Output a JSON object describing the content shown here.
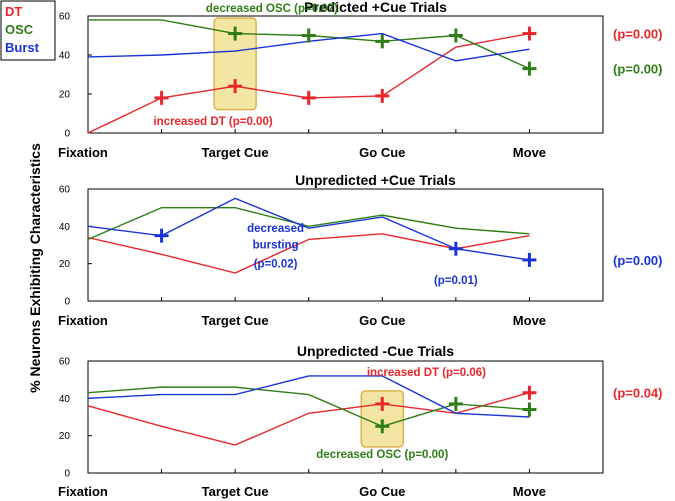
{
  "colors": {
    "DT": "#e8262b",
    "OSC": "#2e7d16",
    "Burst": "#1a33d6",
    "highlight_fill": "#f2e39a",
    "highlight_stroke": "#d9a93a"
  },
  "legend": [
    {
      "label": "DT",
      "color": "#e8262b"
    },
    {
      "label": "OSC",
      "color": "#2e7d16"
    },
    {
      "label": "Burst",
      "color": "#1a33d6"
    }
  ],
  "y_axis_label": "% Neurons Exhibiting Characteristics",
  "chart_data": [
    {
      "type": "line",
      "title": "Predicted +Cue Trials",
      "x": [
        0,
        1,
        2,
        3,
        4,
        5,
        6,
        7
      ],
      "x_tick_labels": [
        {
          "x": 0,
          "label": "Fixation"
        },
        {
          "x": 2,
          "label": "Target Cue"
        },
        {
          "x": 4,
          "label": "Go Cue"
        },
        {
          "x": 6,
          "label": "Move"
        }
      ],
      "ylim": [
        0,
        60
      ],
      "yticks": [
        0,
        20,
        40,
        60
      ],
      "series": [
        {
          "name": "DT",
          "values": [
            0,
            18,
            24,
            18,
            19,
            44,
            51,
            null
          ],
          "markers": [
            1,
            2,
            3,
            4,
            6
          ]
        },
        {
          "name": "OSC",
          "values": [
            58,
            58,
            51,
            50,
            47,
            50,
            33,
            null
          ],
          "markers": [
            2,
            3,
            4,
            5,
            6
          ]
        },
        {
          "name": "Burst",
          "values": [
            39,
            40,
            42,
            47,
            51,
            37,
            43,
            null
          ],
          "markers": []
        }
      ],
      "highlight": {
        "x": 2,
        "ymin": 12,
        "ymax": 59
      },
      "annotations": [
        {
          "text": "decreased OSC (p=0.07)",
          "color": "#2e7d16",
          "x": 2.5,
          "y": 62,
          "anchor": "middle"
        },
        {
          "text": "increased DT (p=0.00)",
          "color": "#e8262b",
          "x": 1.7,
          "y": 4,
          "anchor": "middle"
        }
      ],
      "pvalues": [
        {
          "text": "(p=0.00)",
          "series": "DT",
          "y": 51
        },
        {
          "text": "(p=0.00)",
          "series": "OSC",
          "y": 33
        }
      ]
    },
    {
      "type": "line",
      "title": "Unpredicted +Cue Trials",
      "x": [
        0,
        1,
        2,
        3,
        4,
        5,
        6,
        7
      ],
      "x_tick_labels": [
        {
          "x": 0,
          "label": "Fixation"
        },
        {
          "x": 2,
          "label": "Target Cue"
        },
        {
          "x": 4,
          "label": "Go Cue"
        },
        {
          "x": 6,
          "label": "Move"
        }
      ],
      "ylim": [
        0,
        60
      ],
      "yticks": [
        0,
        20,
        40,
        60
      ],
      "series": [
        {
          "name": "DT",
          "values": [
            34,
            25,
            15,
            33,
            36,
            28,
            35,
            null
          ],
          "markers": []
        },
        {
          "name": "OSC",
          "values": [
            33,
            50,
            50,
            40,
            46,
            39,
            36,
            null
          ],
          "markers": []
        },
        {
          "name": "Burst",
          "values": [
            40,
            35,
            55,
            39,
            45,
            28,
            22,
            null
          ],
          "markers": [
            1,
            5,
            6
          ]
        }
      ],
      "annotations": [
        {
          "text": "decreased",
          "color": "#1a33d6",
          "x": 2.55,
          "y": 37,
          "anchor": "middle"
        },
        {
          "text": "bursting",
          "color": "#1a33d6",
          "x": 2.55,
          "y": 28,
          "anchor": "middle"
        },
        {
          "text": "(p=0.02)",
          "color": "#1a33d6",
          "x": 2.55,
          "y": 18,
          "anchor": "middle"
        },
        {
          "text": "(p=0.01)",
          "color": "#1a33d6",
          "x": 5,
          "y": 9,
          "anchor": "middle"
        }
      ],
      "pvalues": [
        {
          "text": "(p=0.00)",
          "series": "Burst",
          "y": 22
        }
      ]
    },
    {
      "type": "line",
      "title": "Unpredicted -Cue Trials",
      "x": [
        0,
        1,
        2,
        3,
        4,
        5,
        6,
        7
      ],
      "x_tick_labels": [
        {
          "x": 0,
          "label": "Fixation"
        },
        {
          "x": 2,
          "label": "Target Cue"
        },
        {
          "x": 4,
          "label": "Go Cue"
        },
        {
          "x": 6,
          "label": "Move"
        }
      ],
      "ylim": [
        0,
        60
      ],
      "yticks": [
        0,
        20,
        40,
        60
      ],
      "series": [
        {
          "name": "DT",
          "values": [
            36,
            25,
            15,
            32,
            37,
            32,
            43,
            null
          ],
          "markers": [
            4,
            6
          ]
        },
        {
          "name": "OSC",
          "values": [
            43,
            46,
            46,
            42,
            25,
            37,
            34,
            null
          ],
          "markers": [
            4,
            5,
            6
          ]
        },
        {
          "name": "Burst",
          "values": [
            40,
            42,
            42,
            52,
            52,
            32,
            30,
            null
          ],
          "markers": []
        }
      ],
      "highlight": {
        "x": 4,
        "ymin": 14,
        "ymax": 44
      },
      "annotations": [
        {
          "text": "increased DT (p=0.06)",
          "color": "#e8262b",
          "x": 4.6,
          "y": 52,
          "anchor": "middle"
        },
        {
          "text": "decreased OSC (p=0.00)",
          "color": "#2e7d16",
          "x": 4.0,
          "y": 8,
          "anchor": "middle"
        }
      ],
      "pvalues": [
        {
          "text": "(p=0.04)",
          "series": "DT",
          "y": 43
        }
      ]
    }
  ]
}
